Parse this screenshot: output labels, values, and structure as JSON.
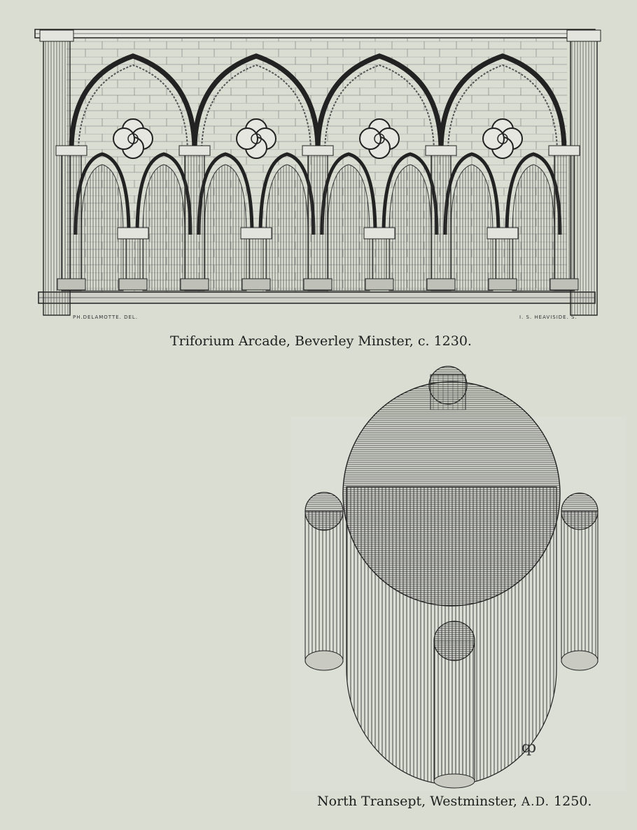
{
  "figure_top": {
    "caption": "Triforium Arcade, Beverley Minster, c. 1230.",
    "credit_left": "PH.DELAMOTTE. DEL.",
    "credit_right": "I. S. HEAVISIDE. S."
  },
  "figure_bottom": {
    "caption_main": "North Transept, Westminster, ",
    "caption_era": "A.D.",
    "caption_year": " 1250.",
    "monogram": "ȹ"
  },
  "colors": {
    "paper": "#d9ddd2",
    "ink": "#1f1f1f",
    "stone": "#d8d9d2"
  }
}
